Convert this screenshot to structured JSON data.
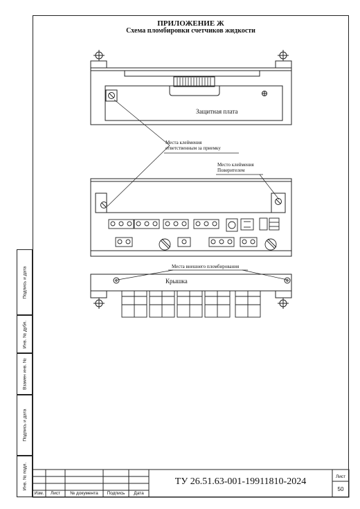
{
  "document": {
    "appendix": "ПРИЛОЖЕНИЕ Ж",
    "title": "Схема пломбировки счетчиков жидкости"
  },
  "labels": {
    "protective_plate": "Защитная плата",
    "acceptance_marks_line1": "Места клеймения",
    "acceptance_marks_line2": "ответственным за приемку",
    "verifier_mark_line1": "Место клеймения",
    "verifier_mark_line2": "Поверителем",
    "external_seal": "Места внешнего пломбирования",
    "cover": "Крышка"
  },
  "side_stamp": [
    "Подпись и дата",
    "Инв. № дубл.",
    "Взамен инв. №",
    "Подпись и дата",
    "Инв. № подл."
  ],
  "title_block": {
    "doc_number": "ТУ 26.51.63-001-19911810-2024",
    "columns": [
      "Изм.",
      "Лист",
      "№ документа",
      "Подпись",
      "Дата"
    ],
    "sheet_label": "Лист",
    "sheet_number": "50"
  }
}
